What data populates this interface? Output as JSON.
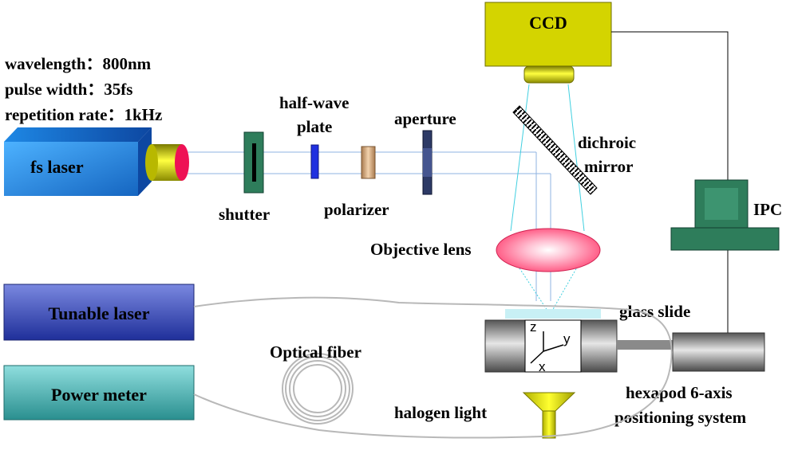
{
  "laser_specs": {
    "wavelength": "wavelength：800nm",
    "pulse_width": "pulse width：35fs",
    "repetition_rate": "repetition rate：1kHz"
  },
  "components": {
    "fs_laser": "fs laser",
    "shutter": "shutter",
    "half_wave_line1": "half-wave",
    "half_wave_line2": "plate",
    "polarizer": "polarizer",
    "aperture": "aperture",
    "dichroic_line1": "dichroic",
    "dichroic_line2": "mirror",
    "ccd": "CCD",
    "ipc": "IPC",
    "objective_lens": "Objective lens",
    "glass_slide": "glass slide",
    "tunable_laser": "Tunable laser",
    "power_meter": "Power meter",
    "optical_fiber": "Optical fiber",
    "halogen_light": "halogen light",
    "hexapod_line1": "hexapod 6-axis",
    "hexapod_line2": "positioning system"
  },
  "axes": {
    "z": "z",
    "y": "y",
    "x": "x"
  },
  "colors": {
    "beam": "#8fb3e0",
    "ccd": "#d4d400",
    "ipc": "#2e7d5b",
    "lens": "#ff4f7a",
    "fiber": "#b8b8b8"
  }
}
